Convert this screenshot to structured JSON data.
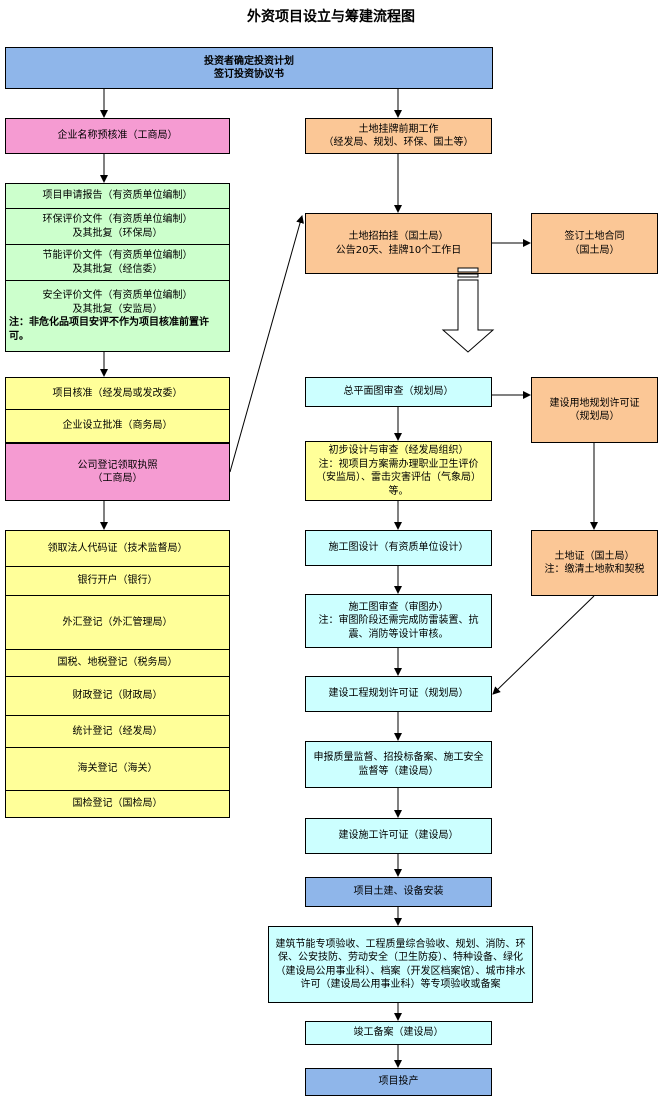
{
  "title": "外资项目设立与筹建流程图",
  "top": {
    "text": "投资者确定投资计划\n签订投资协议书"
  },
  "left": {
    "name_check": "企业名称预核准（工商局）",
    "reports": [
      "项目申请报告（有资质单位编制）",
      "环保评价文件（有资质单位编制）\n及其批复（环保局）",
      "节能评价文件（有资质单位编制）\n及其批复（经信委）",
      "安全评价文件（有资质单位编制）\n及其批复（安监局）"
    ],
    "reports_note": "注：非危化品项目安评不作为项目核准前置许可。",
    "approvals": [
      "项目核准（经发局或发改委）",
      "企业设立批准（商务局）"
    ],
    "license": "公司登记领取执照\n（工商局）",
    "registrations": [
      "领取法人代码证（技术监督局）",
      "银行开户（银行）",
      "外汇登记（外汇管理局）",
      "国税、地税登记（税务局）",
      "财政登记（财政局）",
      "统计登记（经发局）",
      "海关登记（海关）",
      "国检登记（国检局）"
    ]
  },
  "land": {
    "preliminary": "土地挂牌前期工作\n（经发局、规划、环保、国土等）",
    "auction": "土地招拍挂（国土局）\n公告20天、挂牌10个工作日",
    "contract": "签订土地合同\n（国土局）",
    "plan_permit": "建设用地规划许可证\n（规划局）",
    "certificate": "土地证（国土局）\n注：缴清土地款和契税"
  },
  "right": {
    "site_plan": "总平面图审查（规划局）",
    "prelim_design": "初步设计与审查（经发局组织）\n注：视项目方案需办理职业卫生评价（安监局）、雷击灾害评估（气象局）等。",
    "construction_design": "施工图设计（有资质单位设计）",
    "drawing_review": "施工图审查（审图办）\n注：审图阶段还需完成防雷装置、抗震、消防等设计审核。",
    "engineering_permit": "建设工程规划许可证（规划局）",
    "quality": "申报质量监督、招投标备案、施工安全监督等（建设局）",
    "construction_permit": "建设施工许可证（建设局）",
    "build": "项目土建、设备安装",
    "acceptance": "建筑节能专项验收、工程质量综合验收、规划、消防、环保、公安技防、劳动安全（卫生防疫）、特种设备、绿化（建设局公用事业科）、档案（开发区档案馆）、城市排水许可（建设局公用事业科）等专项验收或备案",
    "completion": "竣工备案（建设局）",
    "production": "项目投产"
  }
}
